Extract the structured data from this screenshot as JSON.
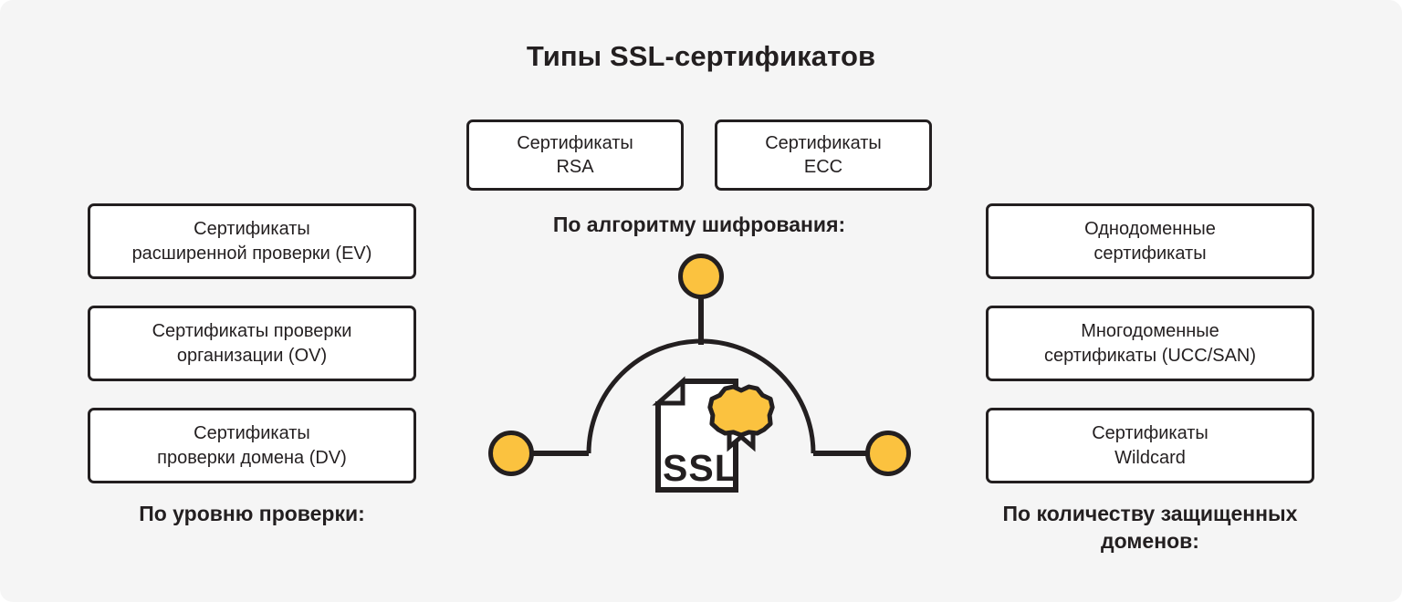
{
  "header": {
    "title": "Типы SSL-сертификатов"
  },
  "groups": {
    "algorithm": {
      "caption": "По алгоритму шифрования:",
      "items": [
        {
          "line1": "Сертификаты",
          "line2": "RSA"
        },
        {
          "line1": "Сертификаты",
          "line2": "ECC"
        }
      ]
    },
    "validation_level": {
      "caption": "По уровню проверки:",
      "items": [
        {
          "line1": "Сертификаты",
          "line2": "расширенной проверки (EV)"
        },
        {
          "line1": "Сертификаты проверки",
          "line2": "организации (OV)"
        },
        {
          "line1": "Сертификаты",
          "line2": "проверки домена (DV)"
        }
      ]
    },
    "domain_count": {
      "caption_line1": "По количеству",
      "caption_line2": "защищенных доменов:",
      "items": [
        {
          "line1": "Однодоменные",
          "line2": "сертификаты"
        },
        {
          "line1": "Многодоменные",
          "line2": "сертификаты (UCC/SAN)"
        },
        {
          "line1": "Сертификаты",
          "line2": "Wildcard"
        }
      ]
    }
  },
  "central_illustration": {
    "document_label": "SSL",
    "icon_names": [
      "ssl-document-icon",
      "certificate-seal-icon",
      "arc-connector",
      "node-circle-top",
      "node-circle-left",
      "node-circle-right"
    ]
  },
  "colors": {
    "background": "#f5f5f5",
    "ink": "#231f20",
    "accent_yellow": "#fbc23f",
    "box_fill": "#ffffff"
  }
}
